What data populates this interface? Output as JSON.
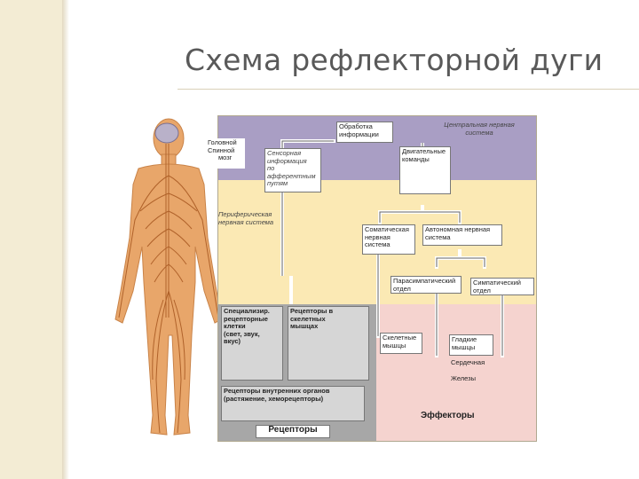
{
  "slide": {
    "title": "Схема рефлекторной дуги"
  },
  "diagram": {
    "side_labels": {
      "brain": "Головной",
      "spinal": "Спинной",
      "brain_word": "мозг",
      "peripheral_1": "Периферическая",
      "peripheral_2": "нервная система"
    },
    "cns": {
      "title_1": "Центральная нервная",
      "title_2": "система",
      "processing_1": "Обработка",
      "processing_2": "информации",
      "sensory_1": "Сенсорная",
      "sensory_2": "информация",
      "sensory_3": "по",
      "sensory_4": "афферентным",
      "sensory_5": "путям",
      "motor_1": "Двигательные",
      "motor_2": "команды"
    },
    "peripheral": {
      "somatic_1": "Соматическая",
      "somatic_2": "нервная",
      "somatic_3": "система",
      "autonomic_1": "Автономная нервная",
      "autonomic_2": "система",
      "parasym_1": "Парасимпатический",
      "parasym_2": "отдел",
      "sym_1": "Симпатический",
      "sym_2": "отдел"
    },
    "receptors": {
      "special_1": "Специализир.",
      "special_2": "рецепторные",
      "special_3": "клетки",
      "special_4": "(свет, звук,",
      "special_5": "вкус)",
      "skeletal_1": "Рецепторы в",
      "skeletal_2": "скелетных",
      "skeletal_3": "мышцах",
      "internal_1": "Рецепторы внутренних органов",
      "internal_2": "(растяжение, хеморецепторы)",
      "caption": "Рецепторы"
    },
    "effectors": {
      "skeletal_1": "Скелетные",
      "skeletal_2": "мышцы",
      "smooth_1": "Гладкие",
      "smooth_2": "мышцы",
      "cardiac": "Сердечная",
      "glands": "Железы",
      "caption": "Эффекторы"
    }
  },
  "colors": {
    "cns": "#a99ec4",
    "peripheral": "#fbe9b4",
    "receptors": "#a7a7a7",
    "effectors": "#f5d3cf",
    "skin": "#e8a66a",
    "nerve": "#b0622a"
  }
}
